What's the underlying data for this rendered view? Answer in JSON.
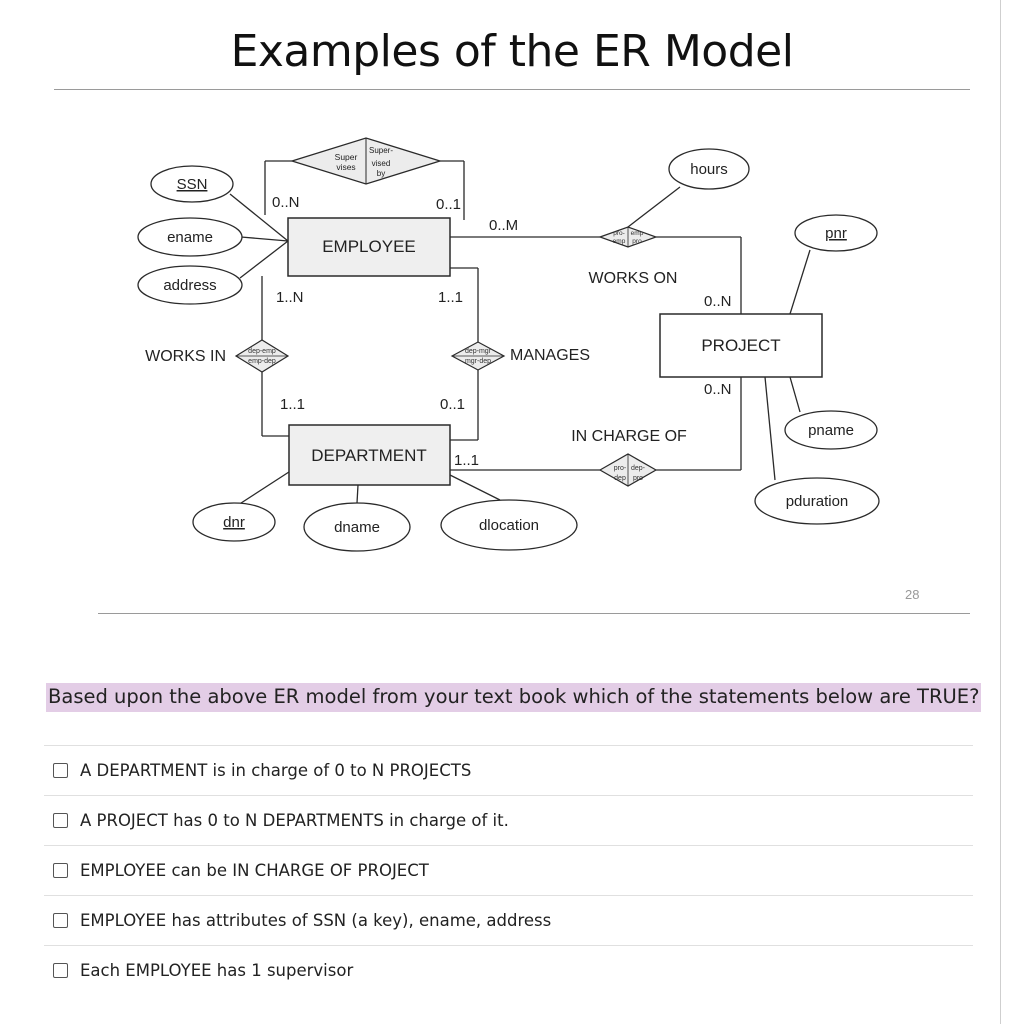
{
  "slide": {
    "title": "Examples of the ER Model",
    "number": "28"
  },
  "diagram": {
    "entities": {
      "employee": "EMPLOYEE",
      "project": "PROJECT",
      "department": "DEPARTMENT"
    },
    "attributes": {
      "ssn": "SSN",
      "ename": "ename",
      "address": "address",
      "hours": "hours",
      "pnr": "pnr",
      "pname": "pname",
      "pduration": "pduration",
      "dnr": "dnr",
      "dname": "dname",
      "dlocation": "dlocation"
    },
    "relationships": {
      "supervises": {
        "left": [
          "Super",
          "vises"
        ],
        "right": [
          "Super-",
          "vised",
          "by"
        ]
      },
      "works_on": {
        "name": "WORKS ON",
        "left": [
          "pro-",
          "emp"
        ],
        "right": [
          "emp",
          "pro"
        ]
      },
      "works_in": {
        "name": "WORKS IN",
        "top": "dep-emp",
        "bottom": "emp-dep"
      },
      "manages": {
        "name": "MANAGES",
        "top": "dep-mgr",
        "bottom": "mgr-dep"
      },
      "in_charge_of": {
        "name": "IN CHARGE OF",
        "left": [
          "pro-",
          "dep"
        ],
        "right": [
          "dep-",
          "pro"
        ]
      }
    },
    "cardinalities": {
      "supervises_left": "0..N",
      "supervises_right": "0..1",
      "works_on_employee": "0..M",
      "works_on_project": "0..N",
      "works_in_employee": "1..N",
      "works_in_department": "1..1",
      "manages_employee": "1..1",
      "manages_department": "0..1",
      "in_charge_of_project": "0..N",
      "in_charge_of_department": "1..1"
    }
  },
  "quiz": {
    "question": "Based upon the above ER model from your text book which of the statements below are TRUE?",
    "options": [
      {
        "label": "A DEPARTMENT is in charge of 0 to N PROJECTS",
        "checked": false
      },
      {
        "label": "A PROJECT has 0 to N DEPARTMENTS in charge of it.",
        "checked": false
      },
      {
        "label": "EMPLOYEE can be IN CHARGE OF PROJECT",
        "checked": false
      },
      {
        "label": "EMPLOYEE has attributes of SSN (a key), ename, address",
        "checked": false
      },
      {
        "label": "Each EMPLOYEE has 1 supervisor",
        "checked": false
      }
    ]
  }
}
